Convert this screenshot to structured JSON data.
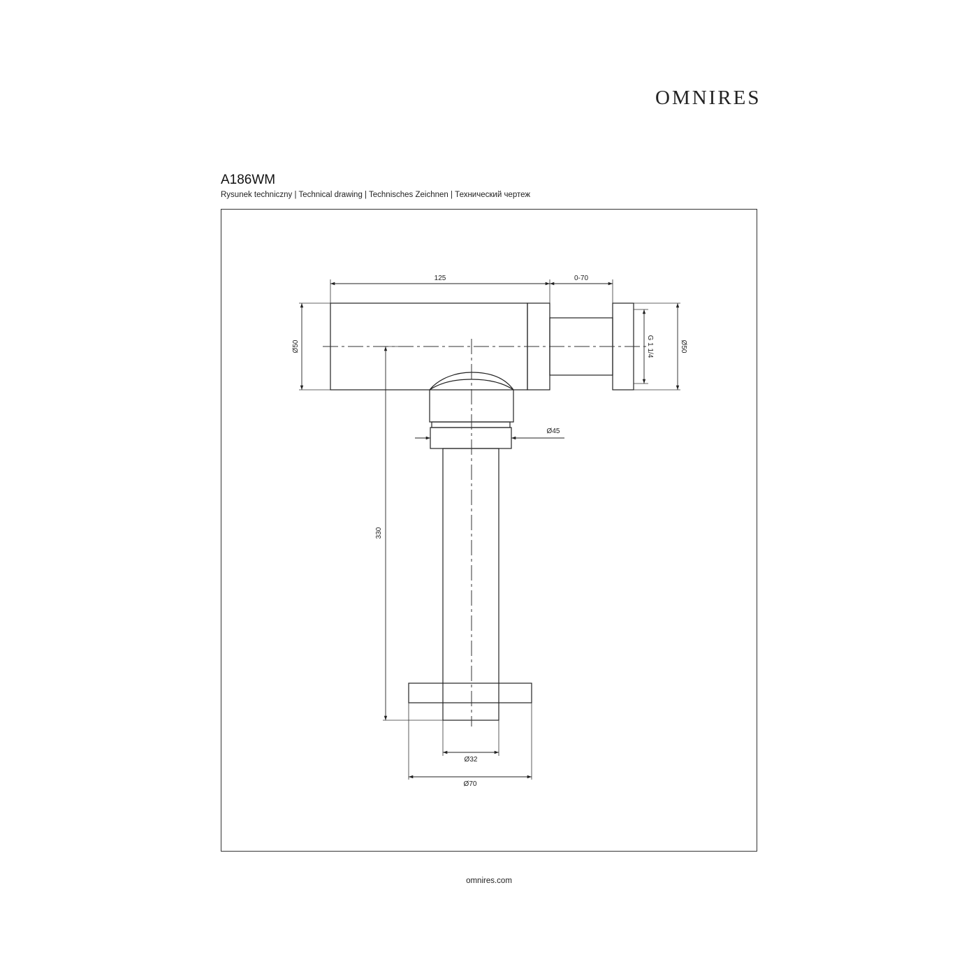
{
  "header": {
    "brand": "OMNIRES",
    "product_code": "A186WM",
    "subtitle": "Rysunek techniczny | Technical drawing | Technisches Zeichnen | Технический чертеж"
  },
  "drawing": {
    "dimensions": {
      "top_width": "125",
      "extension": "0-70",
      "left_diameter": "Ø50",
      "thread": "G 1 1/4",
      "right_diameter": "Ø50",
      "collar_diameter": "Ø45",
      "height": "330",
      "pipe_diameter": "Ø32",
      "base_diameter": "Ø70"
    }
  },
  "footer": {
    "url": "omnires.com"
  }
}
